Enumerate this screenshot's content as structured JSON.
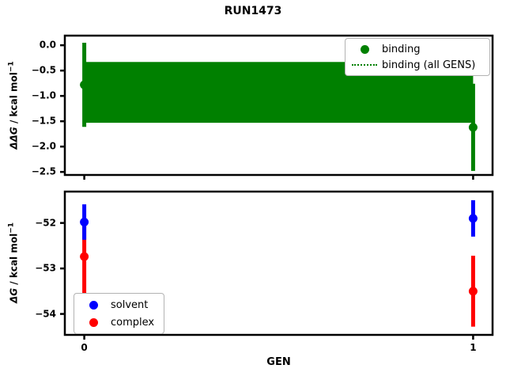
{
  "chart_data": [
    {
      "type": "scatter",
      "title": "RUN1473",
      "xlabel": "",
      "ylabel": "ΔΔG / kcal mol⁻¹",
      "xlim": [
        -0.05,
        1.05
      ],
      "ylim": [
        -2.56,
        0.19
      ],
      "xticks": [
        0,
        1
      ],
      "xticklabels": null,
      "yticks": [
        0.0,
        -0.5,
        -1.0,
        -1.5,
        -2.0,
        -2.5
      ],
      "yticklabels": [
        "0.0",
        "−0.5",
        "−1.0",
        "−1.5",
        "−2.0",
        "−2.5"
      ],
      "grid": false,
      "legend_position": "upper right",
      "series": [
        {
          "name": "binding",
          "style": "errorbar",
          "color": "#008000",
          "x": [
            0,
            1
          ],
          "y": [
            -0.78,
            -1.62
          ],
          "yerr": [
            0.83,
            0.86
          ]
        },
        {
          "name": "binding (all GENS)",
          "style": "band",
          "color": "#008000",
          "x_range": [
            0,
            1
          ],
          "y_top": -0.33,
          "y_bottom": -1.53,
          "y_center": -0.93
        }
      ]
    },
    {
      "type": "scatter",
      "title": "",
      "xlabel": "GEN",
      "ylabel": "ΔG / kcal mol⁻¹",
      "xlim": [
        -0.05,
        1.05
      ],
      "ylim": [
        -54.46,
        -51.31
      ],
      "xticks": [
        0,
        1
      ],
      "xticklabels": [
        "0",
        "1"
      ],
      "yticks": [
        -52,
        -53,
        -54
      ],
      "yticklabels": [
        "−52",
        "−53",
        "−54"
      ],
      "grid": false,
      "legend_position": "lower left",
      "series": [
        {
          "name": "complex",
          "style": "errorbar",
          "color": "#ff0000",
          "x": [
            0,
            1
          ],
          "y": [
            -52.74,
            -53.5
          ],
          "yerr": [
            0.83,
            0.78
          ]
        },
        {
          "name": "solvent",
          "style": "errorbar",
          "color": "#0000ff",
          "x": [
            0,
            1
          ],
          "y": [
            -51.98,
            -51.9
          ],
          "yerr": [
            0.39,
            0.4
          ]
        }
      ]
    }
  ],
  "labels": {
    "top_ylabel_math": "ΔΔG",
    "top_ylabel_rest": " / kcal mol",
    "top_ylabel_sup": "−1",
    "bottom_ylabel_math": "ΔG",
    "bottom_ylabel_rest": " / kcal mol",
    "bottom_ylabel_sup": "−1",
    "xlabel": "GEN"
  },
  "legends": {
    "top": {
      "items": [
        {
          "label": "binding",
          "marker": "dot",
          "color": "#008000"
        },
        {
          "label": "binding (all GENS)",
          "marker": "dotted-line",
          "color": "#008000"
        }
      ]
    },
    "bottom": {
      "items": [
        {
          "label": "solvent",
          "marker": "dot",
          "color": "#0000ff"
        },
        {
          "label": "complex",
          "marker": "dot",
          "color": "#ff0000"
        }
      ]
    }
  },
  "colors": {
    "binding": "#008000",
    "solvent": "#0000ff",
    "complex": "#ff0000",
    "frame": "#000000",
    "legend_border": "#b3b3b3",
    "background": "#ffffff"
  }
}
